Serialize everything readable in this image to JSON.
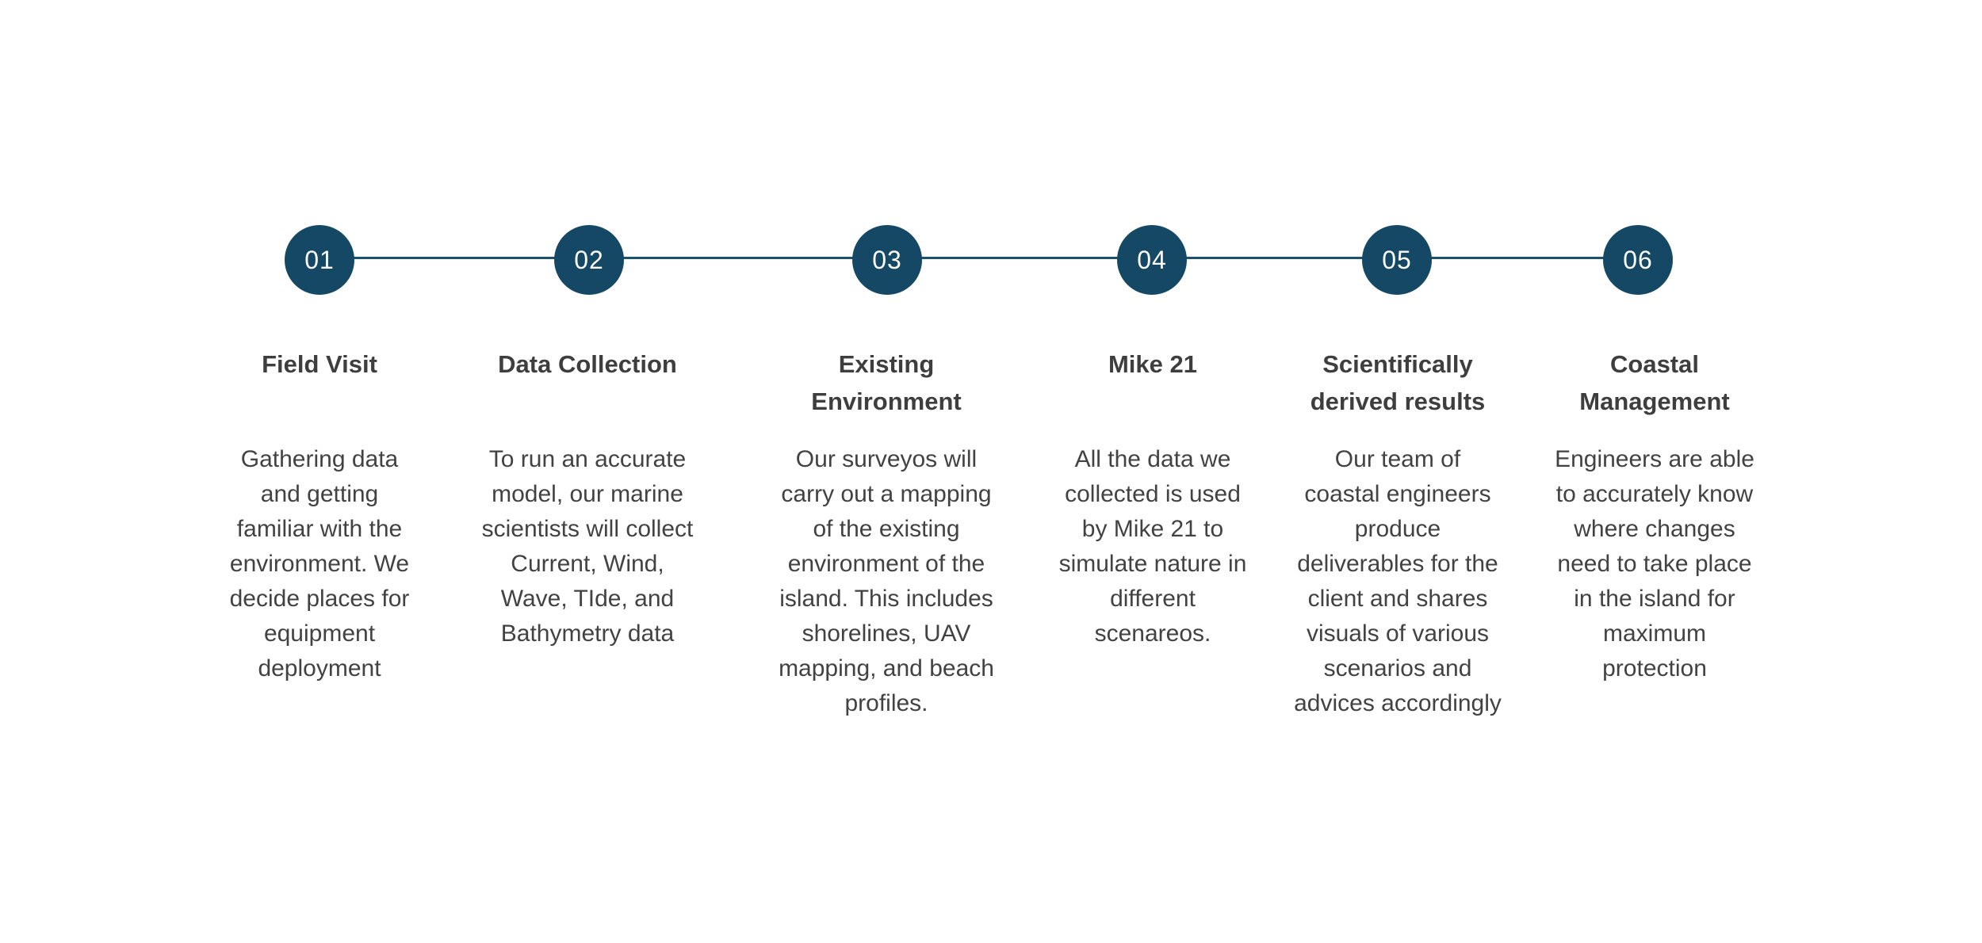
{
  "theme": {
    "background": "#ffffff",
    "circle_fill": "#154864",
    "line_color": "#1d516f",
    "number_color": "#fbfbfb",
    "title_color": "#3e3e3e",
    "description_color": "#424242"
  },
  "timeline": {
    "orientation": "horizontal",
    "step_count": 6
  },
  "steps": [
    {
      "number": "01",
      "title": "Field Visit",
      "description": [
        "Gathering data",
        "and getting",
        "familiar with the",
        "environment. We",
        "decide places for",
        "equipment",
        "deployment"
      ]
    },
    {
      "number": "02",
      "title": "Data Collection",
      "description": [
        "To run an accurate",
        "model, our marine",
        "scientists will collect",
        "Current, Wind,",
        "Wave, TIde, and",
        "Bathymetry data"
      ]
    },
    {
      "number": "03",
      "title": [
        "Existing",
        "Environment"
      ],
      "description": [
        "Our surveyos will",
        "carry out a mapping",
        "of the existing",
        "environment of the",
        "island. This  includes",
        "shorelines, UAV",
        "mapping, and beach",
        "profiles."
      ]
    },
    {
      "number": "04",
      "title": "Mike 21",
      "description": [
        "All the data we",
        "collected is used",
        "by Mike 21 to",
        "simulate nature in",
        "different",
        "scenareos."
      ]
    },
    {
      "number": "05",
      "title": [
        "Scientifically",
        "derived results"
      ],
      "description": [
        "Our team of",
        "coastal engineers",
        "produce",
        "deliverables for the",
        "client and shares",
        "visuals of various",
        "scenarios and",
        "advices accordingly"
      ]
    },
    {
      "number": "06",
      "title": [
        "Coastal",
        "Management"
      ],
      "description": [
        "Engineers are able",
        "to accurately know",
        "where changes",
        "need to take place",
        "in the island for",
        "maximum",
        "protection"
      ]
    }
  ]
}
